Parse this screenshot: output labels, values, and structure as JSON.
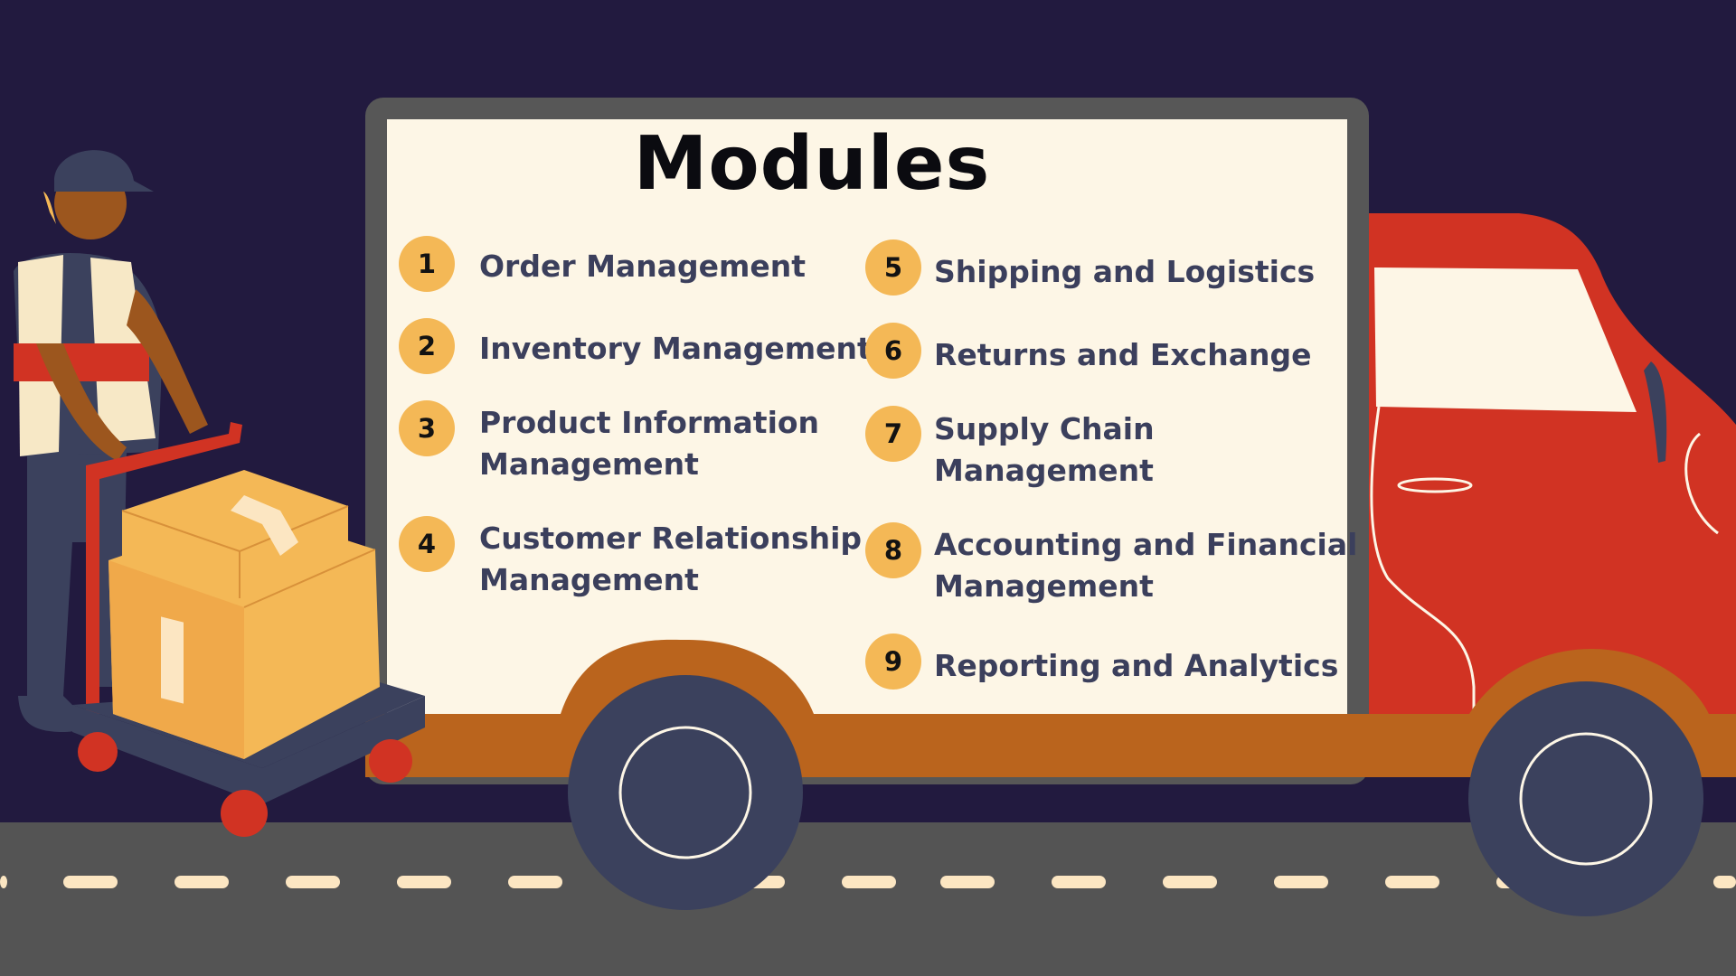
{
  "title": "Modules",
  "modules": [
    {
      "number": "1",
      "line1": "Order Management",
      "line2": ""
    },
    {
      "number": "2",
      "line1": "Inventory Management",
      "line2": ""
    },
    {
      "number": "3",
      "line1": "Product Information",
      "line2": "Management"
    },
    {
      "number": "4",
      "line1": "Customer Relationship",
      "line2": "Management"
    },
    {
      "number": "5",
      "line1": "Shipping and Logistics",
      "line2": ""
    },
    {
      "number": "6",
      "line1": "Returns and Exchange",
      "line2": ""
    },
    {
      "number": "7",
      "line1": "Supply Chain",
      "line2": "Management"
    },
    {
      "number": "8",
      "line1": "Accounting and Financial",
      "line2": "Management"
    },
    {
      "number": "9",
      "line1": "Reporting and Analytics",
      "line2": ""
    }
  ],
  "colors": {
    "background": "#221a3f",
    "road": "#545454",
    "road_dash": "#fce6c2",
    "panel": "#fdf6e6",
    "panel_frame": "#575757",
    "truck_red": "#d13323",
    "truck_orange": "#ba641d",
    "wheel": "#3b415d",
    "box": "#f4b856",
    "badge": "#f4b856",
    "label_text": "#3b3f5c",
    "title_text": "#0b0b10"
  },
  "icons": [
    "delivery-worker-illustration",
    "hand-truck-icon",
    "cardboard-box-icon",
    "delivery-truck-icon",
    "wheel-icon"
  ]
}
